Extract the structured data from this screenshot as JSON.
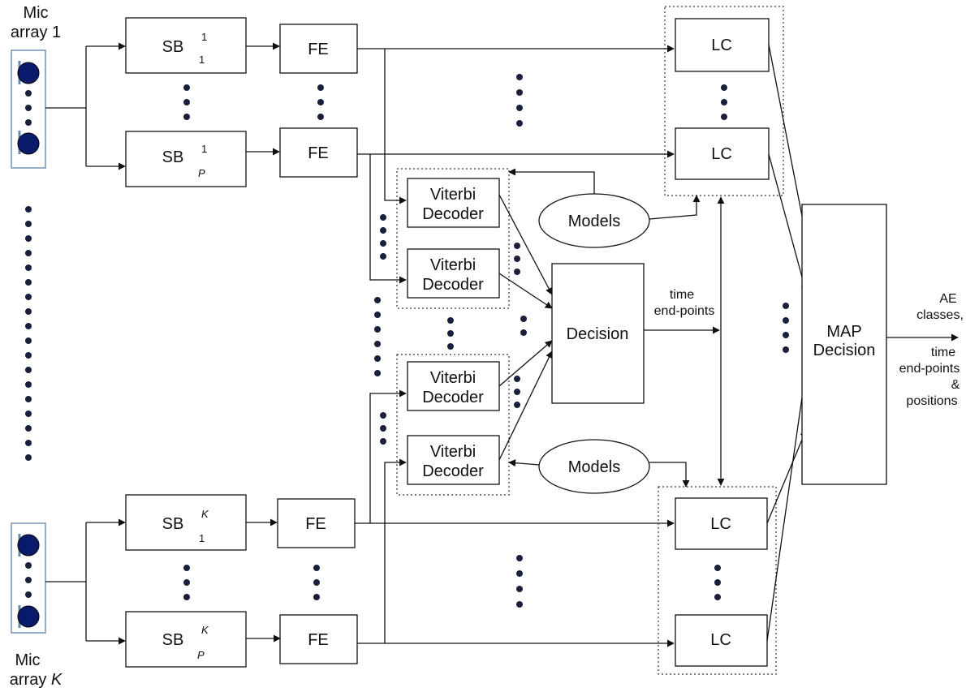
{
  "mic_arrays": {
    "top": {
      "line1": "Mic",
      "line2": "array 1"
    },
    "bottom": {
      "line1": "Mic",
      "line2_prefix": "array ",
      "line2_var": "K"
    }
  },
  "blocks": {
    "sb_label": "SB",
    "sb_11": {
      "sup": "1",
      "sub": "1"
    },
    "sb_1p": {
      "sup": "1",
      "sub": "P"
    },
    "sb_k1": {
      "sup": "K",
      "sub": "1"
    },
    "sb_kp": {
      "sup": "K",
      "sub": "P"
    },
    "fe": "FE",
    "lc": "LC",
    "viterbi_line1": "Viterbi",
    "viterbi_line2": "Decoder",
    "models": "Models",
    "decision": "Decision",
    "map_line1": "MAP",
    "map_line2": "Decision"
  },
  "annotations": {
    "time_line1": "time",
    "time_line2": "end-points",
    "out_line1": "AE",
    "out_line2": "classes,",
    "out_line3": "time",
    "out_line4": "end-points",
    "out_line5": "&",
    "out_line6": "positions"
  },
  "colors": {
    "mic_dot": "#0b1b6b",
    "mic_frame": "#6a8bb0",
    "ellipsis_dot": "#1a1f3c"
  }
}
